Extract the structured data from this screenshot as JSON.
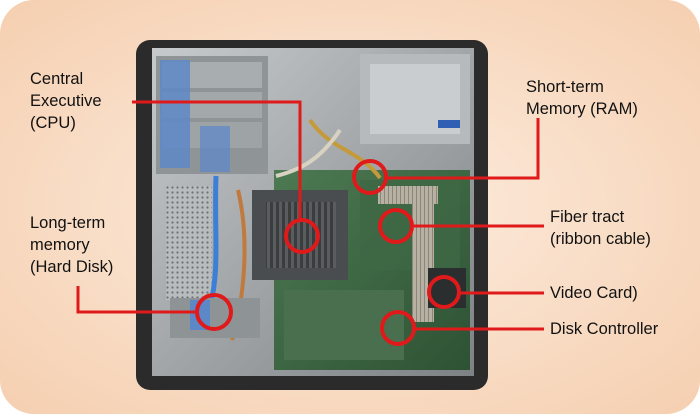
{
  "diagram": {
    "labels": {
      "cpu": [
        "Central",
        "Executive",
        "(CPU)"
      ],
      "ram": [
        "Short-term",
        "Memory (RAM)"
      ],
      "hdd": [
        "Long-term",
        "memory",
        "(Hard Disk)"
      ],
      "fiber": [
        "Fiber tract",
        "(ribbon cable)"
      ],
      "video": [
        "Video Card)"
      ],
      "disk": [
        "Disk Controller"
      ]
    }
  },
  "colors": {
    "background_gradient": [
      "#f7d6bb",
      "#fdeee1"
    ],
    "callout_red": "#e01a1a",
    "case_frame": "#2b2b2b",
    "chassis_metal": "#9a9ea0",
    "motherboard_green": "#3b6a42",
    "cable_blue": "#3d7fd6"
  }
}
